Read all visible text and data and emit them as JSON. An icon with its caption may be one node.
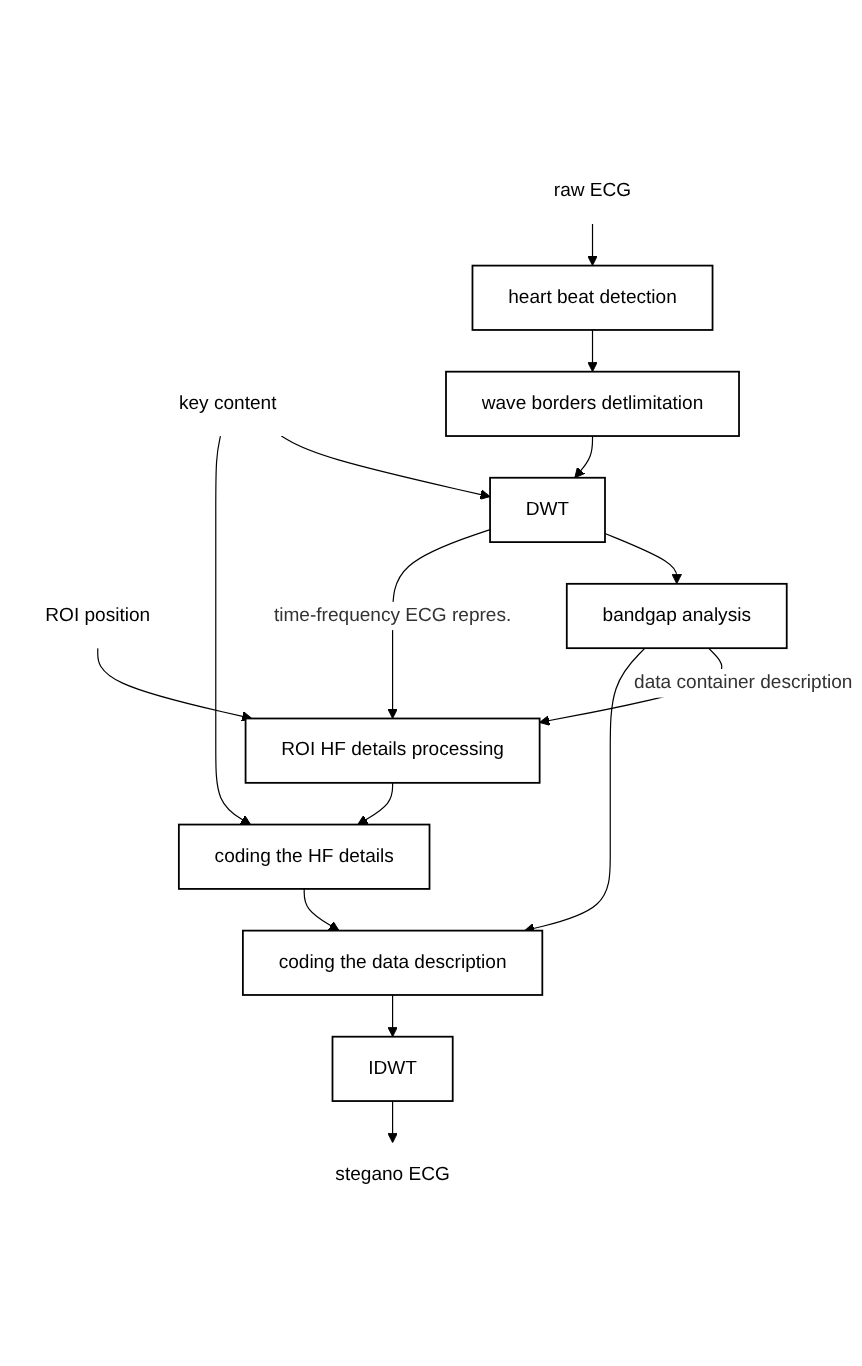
{
  "diagram": {
    "nodes": [
      {
        "text": [
          "key content"
        ]
      },
      {
        "text": [
          "raw ECG"
        ]
      },
      {
        "text": [
          "ROI position"
        ]
      },
      {
        "text": [
          "heart beat detection"
        ]
      },
      {
        "text": [
          "wave borders detlimitation"
        ]
      },
      {
        "text": [
          "DWT"
        ]
      },
      {
        "text": [
          "bandgap analysis"
        ]
      },
      {
        "text": [
          "ROI HF details processing"
        ]
      },
      {
        "text": [
          "coding the HF details"
        ]
      },
      {
        "text": [
          "coding the data description"
        ]
      },
      {
        "text": [
          "IDWT"
        ]
      },
      {
        "text": [
          "stegano ECG"
        ]
      }
    ],
    "edges": [
      {
        "from": 1,
        "to": 3,
        "arrow": "to"
      },
      {
        "from": 3,
        "to": 4,
        "arrow": "to"
      },
      {
        "from": 4,
        "to": 5,
        "arrow": "to"
      },
      {
        "from": 0,
        "to": 5,
        "arrow": "to"
      },
      {
        "from": 5,
        "to": 6,
        "arrow": "to"
      },
      {
        "from": 5,
        "to": 7,
        "label": "time-frequency ECG repres.",
        "arrow": "to"
      },
      {
        "from": 2,
        "to": 7,
        "arrow": "to"
      },
      {
        "from": 6,
        "to": 7,
        "label": "data container description",
        "arrow": "to"
      },
      {
        "from": 0,
        "to": 8,
        "arrow": "to"
      },
      {
        "from": 7,
        "to": 8,
        "arrow": "to"
      },
      {
        "from": 6,
        "to": 9,
        "arrow": "to"
      },
      {
        "from": 8,
        "to": 9,
        "arrow": "to"
      },
      {
        "from": 9,
        "to": 10,
        "arrow": "to"
      },
      {
        "from": 10,
        "to": 11,
        "arrow": "to"
      }
    ]
  }
}
